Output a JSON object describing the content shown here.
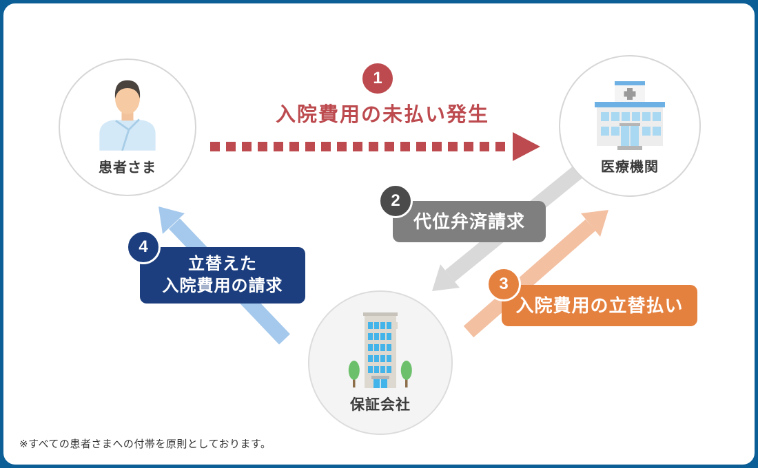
{
  "colors": {
    "card_border": "#0c5e96",
    "red": "#bc4a4e",
    "gray_box": "#7f7f7f",
    "badge_gray": "#4b4b4b",
    "gray_arrow": "#d9d9d9",
    "orange": "#e5813f",
    "orange_arrow": "#f3c0a2",
    "navy": "#1c3e7e",
    "blue_arrow": "#a5c9ec"
  },
  "nodes": {
    "patient": {
      "label": "患者さま",
      "icon": "patient-icon"
    },
    "hospital": {
      "label": "医療機関",
      "icon": "hospital-icon"
    },
    "guarantor": {
      "label": "保証会社",
      "icon": "office-building-icon"
    }
  },
  "steps": [
    {
      "number": "1",
      "label": "入院費用の未払い発生"
    },
    {
      "number": "2",
      "label": "代位弁済請求"
    },
    {
      "number": "3",
      "label": "入院費用の立替払い"
    },
    {
      "number": "4",
      "line1": "立替えた",
      "line2": "入院費用の請求"
    }
  ],
  "footnote": "※すべての患者さまへの付帯を原則としております。"
}
